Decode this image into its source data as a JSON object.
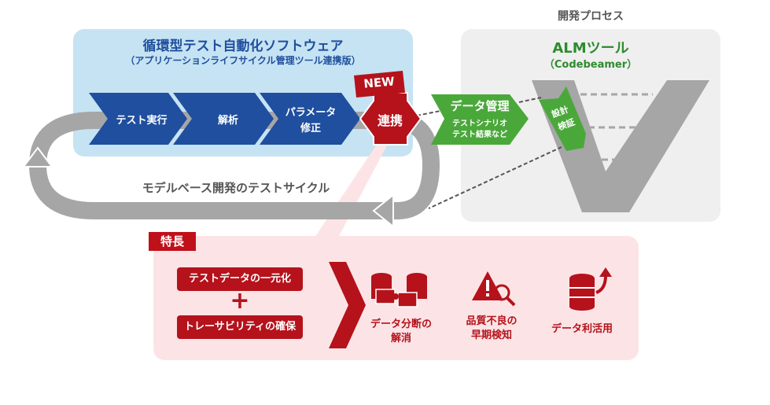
{
  "header": {
    "process_title": "開発プロセス"
  },
  "software_panel": {
    "title": "循環型テスト自動化ソフトウェア",
    "subtitle": "（アプリケーションライフサイクル管理ツール連携版）",
    "steps": [
      {
        "label": "テスト実行"
      },
      {
        "label": "解析"
      },
      {
        "label": "パラメータ\n修正",
        "line1": "パラメータ",
        "line2": "修正"
      }
    ],
    "link_label": "連携",
    "new_badge": "NEW",
    "cycle_label": "モデルベース開発のテストサイクル"
  },
  "data_mgmt": {
    "title": "データ管理",
    "line1": "テストシナリオ",
    "line2": "テスト結果など"
  },
  "alm_panel": {
    "title": "ALMツール",
    "subtitle": "（Codebeamer）",
    "v_label_line1": "設計",
    "v_label_line2": "検証"
  },
  "features": {
    "tag": "特長",
    "items": [
      "テストデータの一元化",
      "トレーサビリティの確保"
    ],
    "plus": "+",
    "benefits": [
      {
        "icon": "puzzle-database-icon",
        "line1": "データ分断の",
        "line2": "解消"
      },
      {
        "icon": "warning-magnifier-icon",
        "line1": "品質不良の",
        "line2": "早期検知"
      },
      {
        "icon": "database-growth-icon",
        "line1": "データ利活用",
        "line2": ""
      }
    ]
  },
  "colors": {
    "blue": "#1f4f9e",
    "green": "#4aa83a",
    "red": "#b5121b",
    "gray": "#a6a6a6"
  }
}
